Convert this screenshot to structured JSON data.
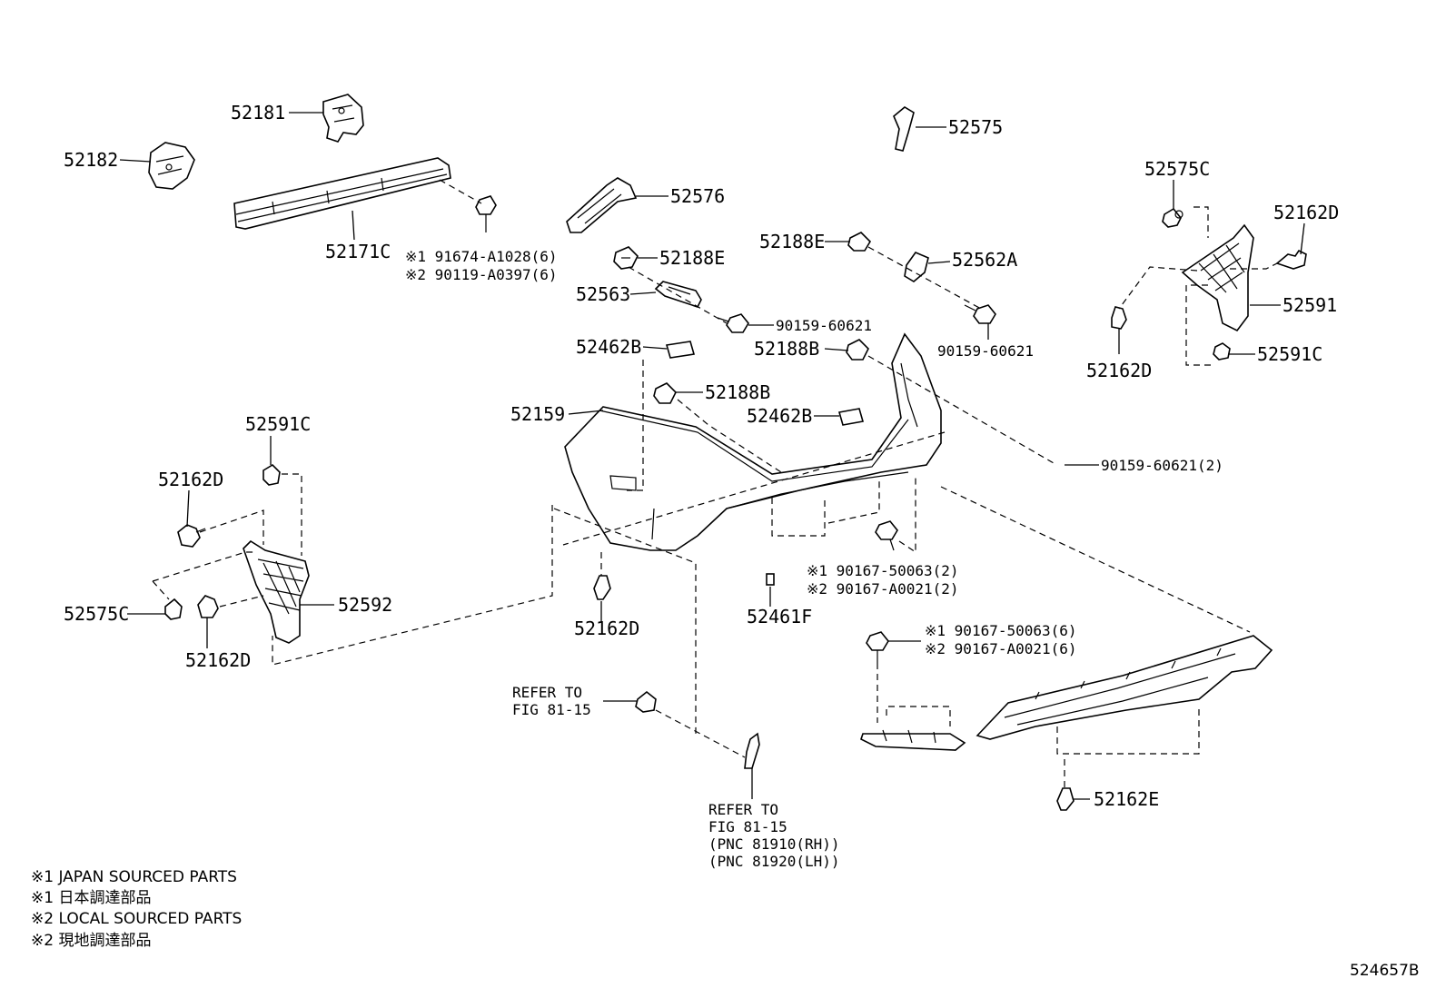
{
  "parts": {
    "p52181": "52181",
    "p52182": "52182",
    "p52171C": "52171C",
    "bolt_a1": "※1 91674-A1028(6)",
    "bolt_a2": "※2 90119-A0397(6)",
    "p52576": "52576",
    "p52575": "52575",
    "p52188E_a": "52188E",
    "p52188E_b": "52188E",
    "p52563": "52563",
    "p52562A": "52562A",
    "s90159_a": "90159-60621",
    "s90159_b": "90159-60621",
    "s90159_c": "90159-60621(2)",
    "p52462B_a": "52462B",
    "p52462B_b": "52462B",
    "p52188B_a": "52188B",
    "p52188B_b": "52188B",
    "p52159": "52159",
    "p52575C_r": "52575C",
    "p52162D_r1": "52162D",
    "p52162D_r2": "52162D",
    "p52591": "52591",
    "p52591C_r": "52591C",
    "p52591C_l": "52591C",
    "p52162D_l1": "52162D",
    "p52162D_l2": "52162D",
    "p52162D_c": "52162D",
    "p52575C_l": "52575C",
    "p52592": "52592",
    "n1_a": "※1 90167-50063(2)",
    "n2_a": "※2 90167-A0021(2)",
    "p52461F": "52461F",
    "n1_b": "※1 90167-50063(6)",
    "n2_b": "※2 90167-A0021(6)",
    "p52162E": "52162E",
    "ref1_l1": "REFER TO",
    "ref1_l2": "FIG 81-15",
    "ref2_l1": "REFER TO",
    "ref2_l2": "FIG 81-15",
    "ref2_l3": "(PNC 81910(RH))",
    "ref2_l4": "(PNC 81920(LH))"
  },
  "legend": [
    "※1 JAPAN SOURCED PARTS",
    "※1 日本調達部品",
    "※2 LOCAL SOURCED PARTS",
    "※2 現地調達部品"
  ],
  "diagram_id": "524657B"
}
